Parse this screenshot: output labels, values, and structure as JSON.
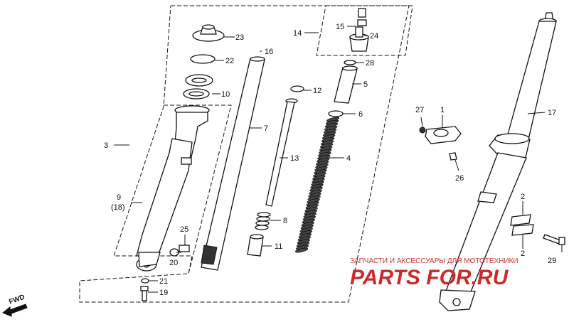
{
  "diagram": {
    "labels": [
      {
        "key": "23",
        "text": "23"
      },
      {
        "key": "22",
        "text": "22"
      },
      {
        "key": "16",
        "text": "16"
      },
      {
        "key": "10",
        "text": "10"
      },
      {
        "key": "3",
        "text": "3"
      },
      {
        "key": "7",
        "text": "7"
      },
      {
        "key": "9",
        "text": "9"
      },
      {
        "key": "18",
        "text": "(18)"
      },
      {
        "key": "25",
        "text": "25"
      },
      {
        "key": "20",
        "text": "20"
      },
      {
        "key": "21",
        "text": "21"
      },
      {
        "key": "19",
        "text": "19"
      },
      {
        "key": "14",
        "text": "14"
      },
      {
        "key": "15",
        "text": "15"
      },
      {
        "key": "24",
        "text": "24"
      },
      {
        "key": "28",
        "text": "28"
      },
      {
        "key": "12",
        "text": "12"
      },
      {
        "key": "5",
        "text": "5"
      },
      {
        "key": "6",
        "text": "6"
      },
      {
        "key": "13",
        "text": "13"
      },
      {
        "key": "4",
        "text": "4"
      },
      {
        "key": "8",
        "text": "8"
      },
      {
        "key": "11",
        "text": "11"
      },
      {
        "key": "27",
        "text": "27"
      },
      {
        "key": "1",
        "text": "1"
      },
      {
        "key": "26",
        "text": "26"
      },
      {
        "key": "17",
        "text": "17"
      },
      {
        "key": "2a",
        "text": "2"
      },
      {
        "key": "2b",
        "text": "2"
      },
      {
        "key": "29",
        "text": "29"
      }
    ]
  },
  "watermark": {
    "subtitle": "ЗАПЧАСТИ И АКСЕССУАРЫ ДЛЯ МОТОТЕХНИКИ",
    "brand": "PARTS FOR.RU"
  },
  "fwd": {
    "label": "FWD"
  }
}
